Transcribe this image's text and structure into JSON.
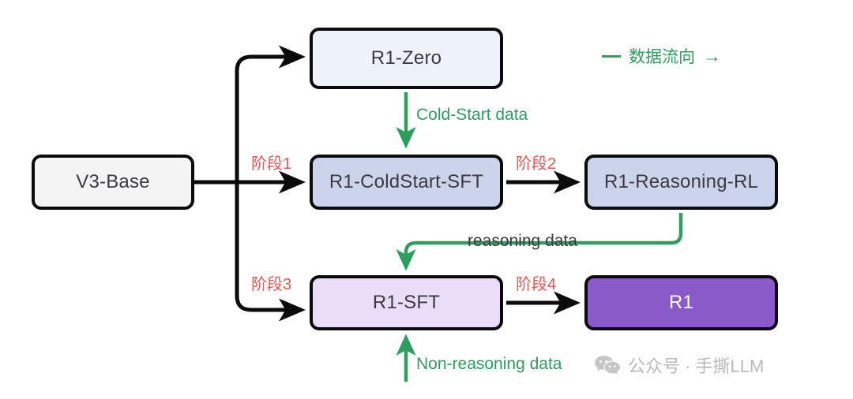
{
  "diagram": {
    "title_text": "",
    "nodes": [
      {
        "id": "v3base",
        "label": "V3-Base",
        "fill": "#f4f4f4",
        "text_color": "#3a3a40"
      },
      {
        "id": "r1zero",
        "label": "R1-Zero",
        "fill": "#eef2fb",
        "text_color": "#3a3a40"
      },
      {
        "id": "coldsft",
        "label": "R1-ColdStart-SFT",
        "fill": "#ccd4ec",
        "text_color": "#3a3a40"
      },
      {
        "id": "reasonrl",
        "label": "R1-Reasoning-RL",
        "fill": "#ccd4ec",
        "text_color": "#3a3a40"
      },
      {
        "id": "r1sft",
        "label": "R1-SFT",
        "fill": "#e9ddf7",
        "text_color": "#3a3a40"
      },
      {
        "id": "r1",
        "label": "R1",
        "fill": "#8a5bc8",
        "text_color": "#ffffff"
      }
    ],
    "stage_labels": [
      {
        "id": "stage1",
        "label": "阶段1",
        "color": "#ef5350"
      },
      {
        "id": "stage2",
        "label": "阶段2",
        "color": "#ef5350"
      },
      {
        "id": "stage3",
        "label": "阶段3",
        "color": "#ef5350"
      },
      {
        "id": "stage4",
        "label": "阶段4",
        "color": "#ef5350"
      }
    ],
    "flow_labels": [
      {
        "id": "coldstart-data",
        "label": "Cold-Start data",
        "color": "#2e9e5e"
      },
      {
        "id": "reasoning-data",
        "label": "reasoning data",
        "color": "#3a3a40"
      },
      {
        "id": "nonreasoning-data",
        "label": "Non-reasoning data",
        "color": "#2e9e5e"
      }
    ],
    "edges": [
      {
        "from": "v3base",
        "to": "r1zero",
        "style": "black-solid",
        "stage": ""
      },
      {
        "from": "v3base",
        "to": "coldsft",
        "style": "black-solid",
        "stage": "阶段1"
      },
      {
        "from": "v3base",
        "to": "r1sft",
        "style": "black-solid",
        "stage": "阶段3"
      },
      {
        "from": "coldsft",
        "to": "reasonrl",
        "style": "black-solid",
        "stage": "阶段2"
      },
      {
        "from": "r1sft",
        "to": "r1",
        "style": "black-solid",
        "stage": "阶段4"
      },
      {
        "from": "r1zero",
        "to": "coldsft",
        "style": "green-data",
        "label": "Cold-Start data"
      },
      {
        "from": "reasonrl",
        "to": "r1sft",
        "style": "green-data",
        "label": "reasoning data"
      },
      {
        "from": "external",
        "to": "r1sft",
        "style": "green-data",
        "label": "Non-reasoning data"
      }
    ],
    "colors": {
      "edge_black": "#0b0b0b",
      "edge_green": "#2e9e5e",
      "stage_red": "#ef5350",
      "node_border": "#0b0b0b"
    }
  },
  "legend": {
    "dash_icon": "dash-icon",
    "label": "数据流向",
    "arrow_icon": "→",
    "color": "#2e9e5e"
  },
  "watermark": {
    "icon": "wechat-icon",
    "label": "公众号 · 手撕LLM",
    "color": "#b9b9b9"
  }
}
